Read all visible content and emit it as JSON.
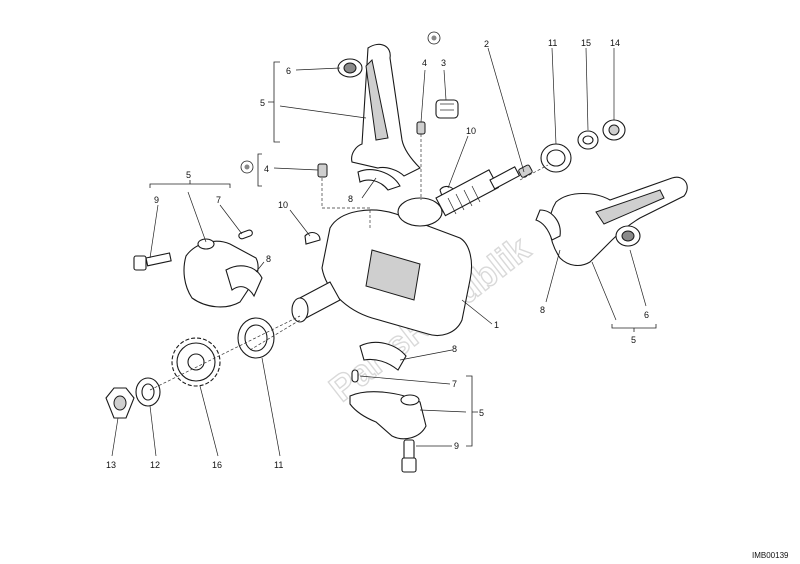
{
  "diagram": {
    "watermark": "PartsRepublik",
    "drawing_code": "IMB00139",
    "callouts": {
      "c1": "1",
      "c2": "2",
      "c3": "3",
      "c4a": "4",
      "c4b": "4",
      "c5a": "5",
      "c5b": "5",
      "c5c": "5",
      "c5d": "5",
      "c6a": "6",
      "c6b": "6",
      "c7a": "7",
      "c7b": "7",
      "c8a": "8",
      "c8b": "8",
      "c8c": "8",
      "c8d": "8",
      "c9a": "9",
      "c9b": "9",
      "c10a": "10",
      "c10b": "10",
      "c11a": "11",
      "c11b": "11",
      "c12": "12",
      "c13": "13",
      "c14": "14",
      "c15": "15",
      "c16": "16"
    }
  }
}
